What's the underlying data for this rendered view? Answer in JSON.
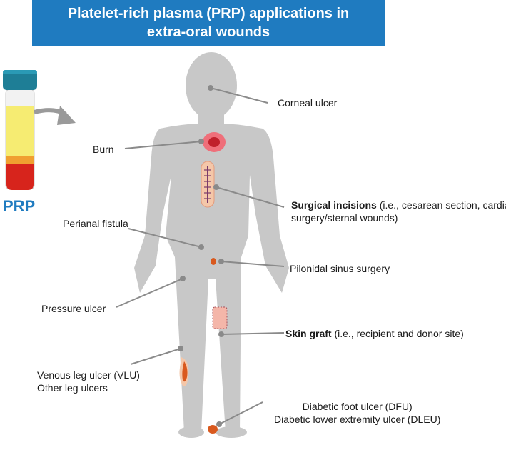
{
  "title": {
    "line1": "Platelet-rich plasma (PRP) applications in",
    "line2": "extra-oral wounds"
  },
  "tube": {
    "label": "PRP",
    "colors": {
      "plasma": "#f6ec72",
      "buffy": "#f0a030",
      "red": "#d7241c",
      "cap": "#1e7e96",
      "accent": "#1f7bc0"
    }
  },
  "labels": {
    "corneal": "Corneal ulcer",
    "burn": "Burn",
    "surgical_bold": "Surgical incisions",
    "surgical_rest1": " (i.e., cesarean section, cardiac",
    "surgical_rest2": "surgery/sternal wounds)",
    "perianal": "Perianal fistula",
    "pilonidal": "Pilonidal sinus surgery",
    "pressure": "Pressure ulcer",
    "skin_bold": "Skin graft",
    "skin_rest": " (i.e., recipient and donor site)",
    "vlu1": "Venous leg ulcer (VLU)",
    "vlu2": "Other leg ulcers",
    "dfu1": "Diabetic foot ulcer (DFU)",
    "dfu2": "Diabetic lower extremity ulcer (DLEU)"
  }
}
